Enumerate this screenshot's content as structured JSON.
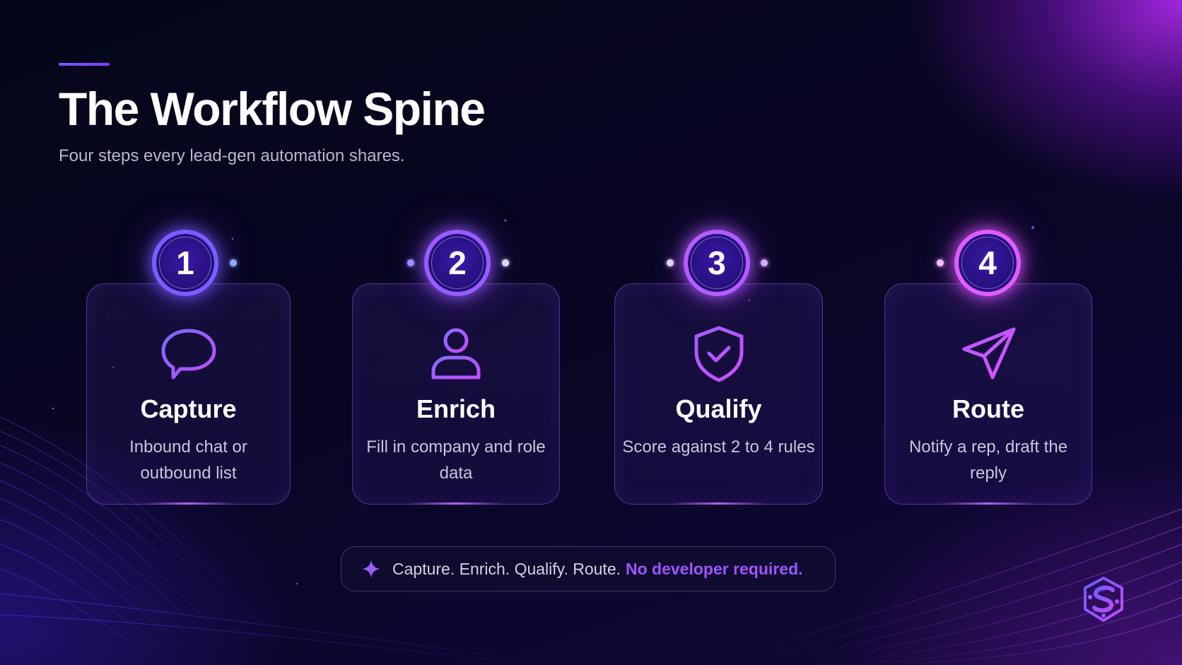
{
  "slide": {
    "title": "The Workflow Spine",
    "subtitle": "Four steps every lead-gen automation shares."
  },
  "steps": [
    {
      "number": "1",
      "title": "Capture",
      "description": "Inbound chat or outbound list",
      "icon": "chat-bubble-icon"
    },
    {
      "number": "2",
      "title": "Enrich",
      "description": "Fill in company and role data",
      "icon": "user-icon"
    },
    {
      "number": "3",
      "title": "Qualify",
      "description": "Score against 2 to 4 rules",
      "icon": "shield-check-icon"
    },
    {
      "number": "4",
      "title": "Route",
      "description": "Notify a rep, draft the reply",
      "icon": "paper-plane-icon"
    }
  ],
  "tagline": {
    "text": "Capture. Enrich. Qualify. Route.",
    "highlight": "No developer required.",
    "icon": "sparkle-icon"
  },
  "logo": {
    "icon": "brand-logo-icon"
  },
  "colors": {
    "accent_blue": "#3a7bff",
    "accent_purple": "#9d55ff",
    "accent_magenta": "#e05cff",
    "background": "#070621"
  }
}
